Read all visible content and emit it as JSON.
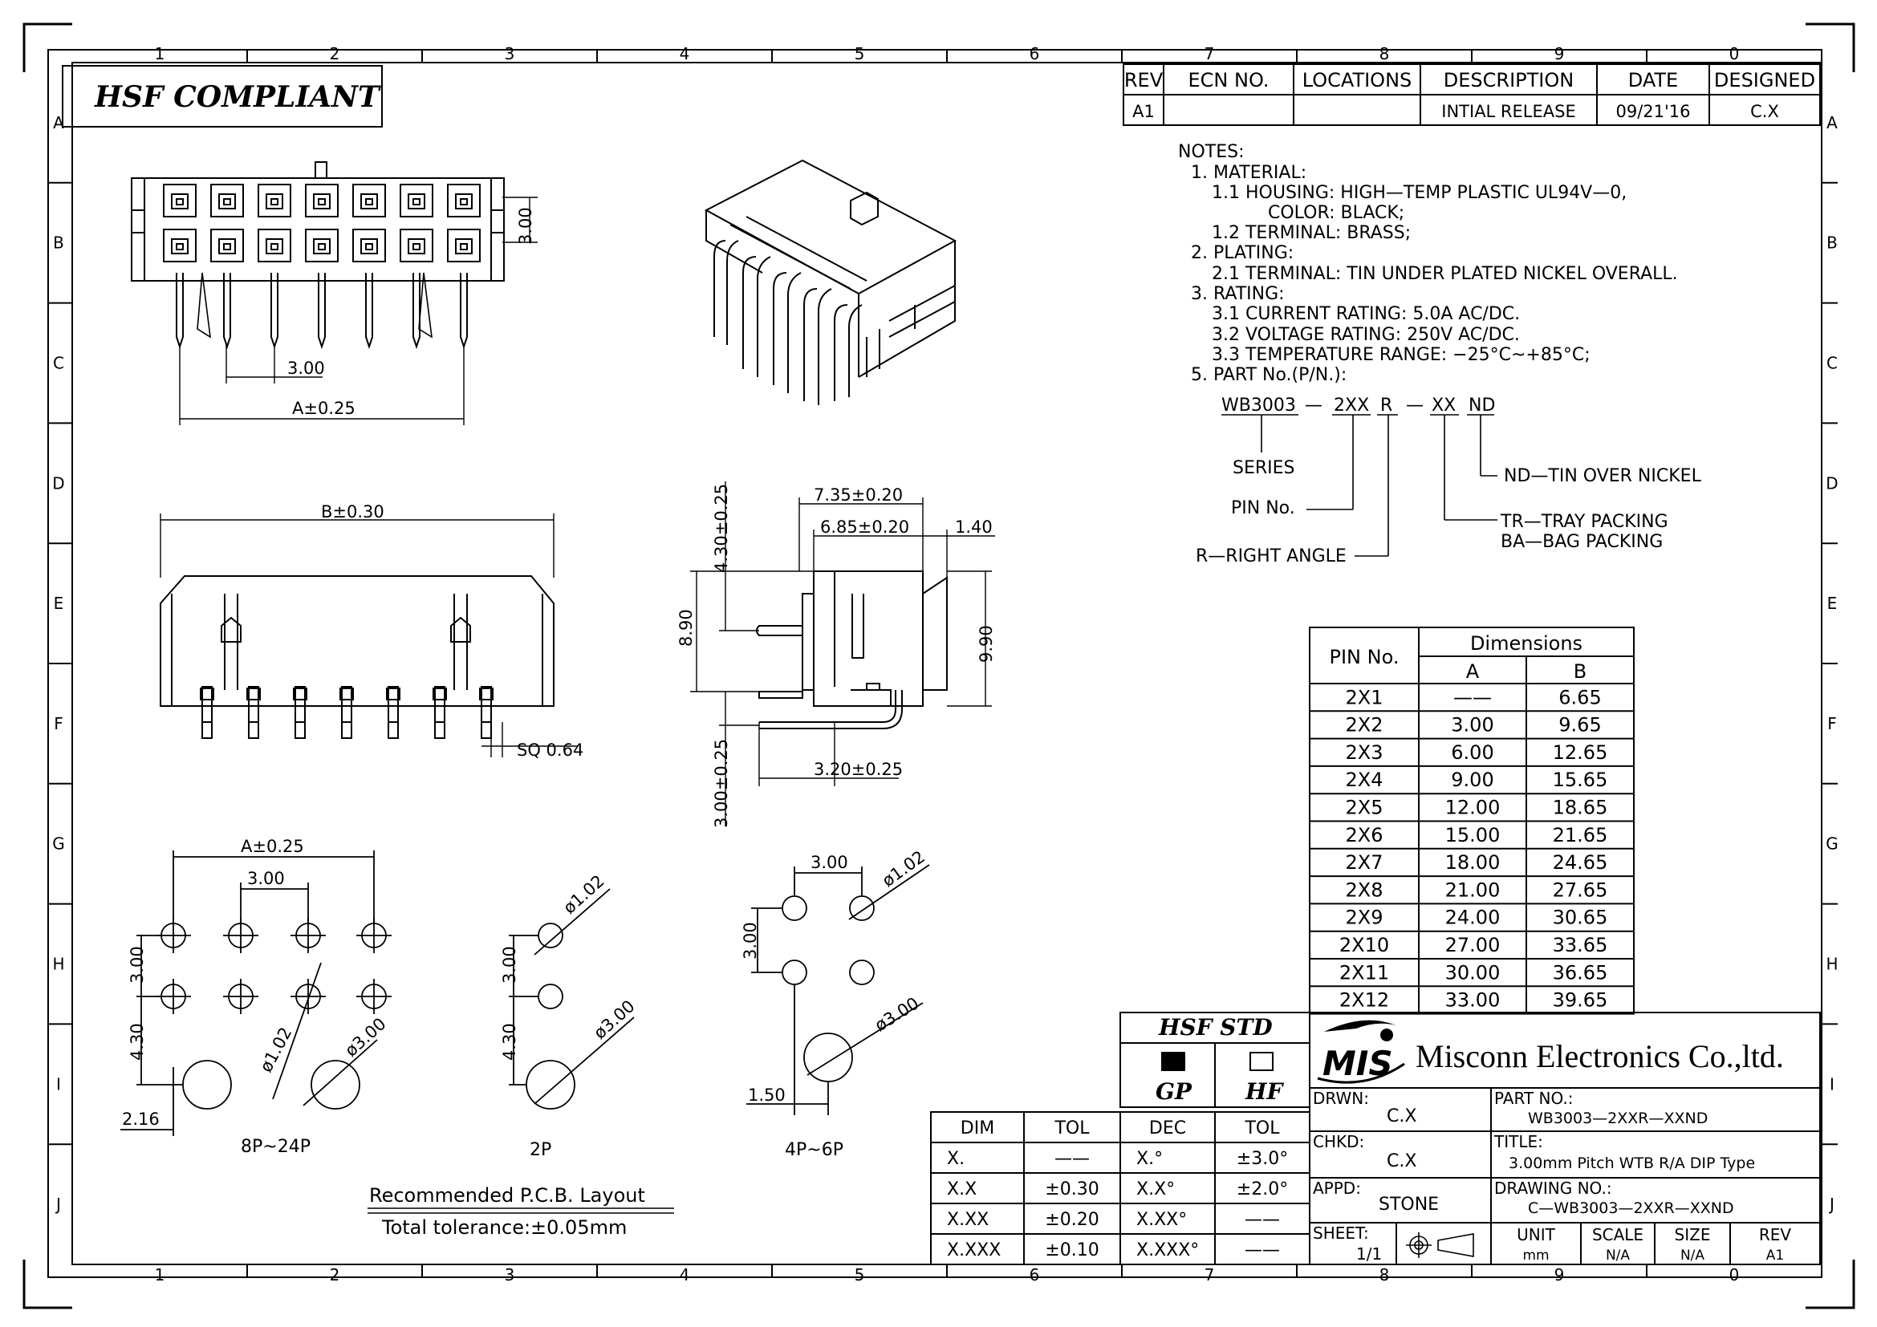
{
  "header": {
    "title": "HSF  COMPLIANT"
  },
  "grid": {
    "columns": [
      "1",
      "2",
      "3",
      "4",
      "5",
      "6",
      "7",
      "8",
      "9",
      "0"
    ],
    "rows": [
      "A",
      "B",
      "C",
      "D",
      "E",
      "F",
      "G",
      "H",
      "I",
      "J"
    ]
  },
  "revision": {
    "headers": [
      "REV",
      "ECN  NO.",
      "LOCATIONS",
      "DESCRIPTION",
      "DATE",
      "DESIGNED"
    ],
    "row": [
      "A1",
      "",
      "",
      "INTIAL RELEASE",
      "09/21'16",
      "C.X"
    ]
  },
  "notes": {
    "heading": "NOTES:",
    "lines": [
      "1. MATERIAL:",
      "1.1 HOUSING:  HIGH—TEMP PLASTIC UL94V—0,",
      "COLOR:  BLACK;",
      "1.2 TERMINAL:  BRASS;",
      "2. PLATING:",
      "2.1 TERMINAL: TIN UNDER PLATED NICKEL OVERALL.",
      "3. RATING:",
      "3.1 CURRENT RATING:  5.0A AC/DC.",
      "3.2 VOLTAGE RATING:  250V AC/DC.",
      "3.3 TEMPERATURE RANGE:  −25°C~+85°C;",
      "5. PART No.(P/N.):"
    ]
  },
  "partno": {
    "segments": [
      "WB3003",
      "—",
      "2XX",
      "R",
      "—",
      "XX",
      "ND"
    ],
    "series": "SERIES",
    "pin": "PIN No.",
    "right_angle": "R—RIGHT ANGLE",
    "nd": "ND—TIN OVER NICKEL",
    "tr": "TR—TRAY PACKING",
    "ba": "BA—BAG PACKING"
  },
  "dims": {
    "top_pitch": "3.00",
    "top_A": "A±0.25",
    "top_side": "3.00",
    "front_B": "B±0.30",
    "sq": "SQ  0.64",
    "side_735": "7.35±0.20",
    "side_685": "6.85±0.20",
    "side_140": "1.40",
    "side_430": "4.30±0.25",
    "side_890": "8.90",
    "side_990": "9.90",
    "side_300": "3.00±0.25",
    "side_320": "3.20±0.25"
  },
  "pcb": {
    "A": "A±0.25",
    "p300": "3.00",
    "h300": "3.00",
    "h430": "4.30",
    "d102": "ø1.02",
    "d300": "ø3.00",
    "w216": "2.16",
    "w150": "1.50",
    "label_8p": "8P~24P",
    "label_2p": "2P",
    "label_4p": "4P~6P",
    "title": "Recommended  P.C.B.  Layout",
    "tolerance": "Total  tolerance:±0.05mm"
  },
  "dim_table": {
    "header_pin": "PIN  No.",
    "header_dims": "Dimensions",
    "col_a": "A",
    "col_b": "B",
    "rows": [
      {
        "pin": "2X1",
        "a": "——",
        "b": "6.65"
      },
      {
        "pin": "2X2",
        "a": "3.00",
        "b": "9.65"
      },
      {
        "pin": "2X3",
        "a": "6.00",
        "b": "12.65"
      },
      {
        "pin": "2X4",
        "a": "9.00",
        "b": "15.65"
      },
      {
        "pin": "2X5",
        "a": "12.00",
        "b": "18.65"
      },
      {
        "pin": "2X6",
        "a": "15.00",
        "b": "21.65"
      },
      {
        "pin": "2X7",
        "a": "18.00",
        "b": "24.65"
      },
      {
        "pin": "2X8",
        "a": "21.00",
        "b": "27.65"
      },
      {
        "pin": "2X9",
        "a": "24.00",
        "b": "30.65"
      },
      {
        "pin": "2X10",
        "a": "27.00",
        "b": "33.65"
      },
      {
        "pin": "2X11",
        "a": "30.00",
        "b": "36.65"
      },
      {
        "pin": "2X12",
        "a": "33.00",
        "b": "39.65"
      }
    ]
  },
  "tol_table": {
    "headers": [
      "DIM",
      "TOL",
      "DEC",
      "TOL"
    ],
    "rows": [
      [
        "X.",
        "——",
        "X.°",
        "±3.0°"
      ],
      [
        "X.X",
        "±0.30",
        "X.X°",
        "±2.0°"
      ],
      [
        "X.XX",
        "±0.20",
        "X.XX°",
        "——"
      ],
      [
        "X.XXX",
        "±0.10",
        "X.XXX°",
        "——"
      ]
    ]
  },
  "hsf_std": {
    "title": "HSF  STD",
    "gp": "GP",
    "hf": "HF"
  },
  "titleblock": {
    "logo": "MIS",
    "company": "Misconn Electronics Co.,ltd.",
    "drwn_label": "DRWN:",
    "drwn": "C.X",
    "chkd_label": "CHKD:",
    "chkd": "C.X",
    "appd_label": "APPD:",
    "appd": "STONE",
    "partno_label": "PART  NO.:",
    "partno": "WB3003—2XXR—XXND",
    "title_label": "TITLE:",
    "title": "3.00mm  Pitch  WTB  R/A  DIP  Type",
    "drawing_label": "DRAWING  NO.:",
    "drawing": "C—WB3003—2XXR—XXND",
    "sheet_label": "SHEET:",
    "sheet": "1/1",
    "unit_label": "UNIT",
    "unit": "mm",
    "scale_label": "SCALE",
    "scale": "N/A",
    "size_label": "SIZE",
    "size": "N/A",
    "rev_label": "REV",
    "rev": "A1"
  }
}
